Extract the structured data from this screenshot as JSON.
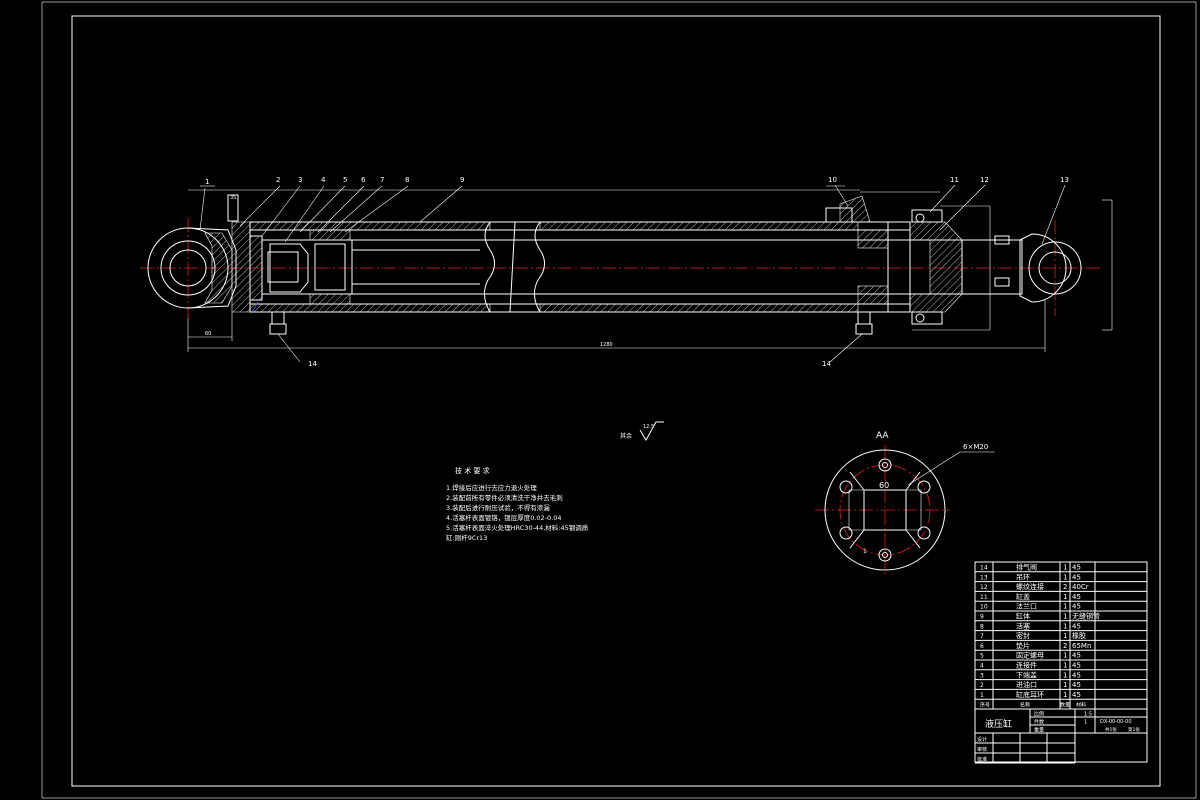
{
  "drawing": {
    "title": "液压缸",
    "drawing_number": "DX-00-00-00",
    "scale_text": "1:5",
    "sheet_count": "1",
    "weight_label": "重量",
    "scale_label": "比例",
    "count_label": "件数",
    "sheet_label": "共1张",
    "sheet_of_label": "第1张"
  },
  "main_view": {
    "callouts": [
      "1",
      "2",
      "3",
      "4",
      "5",
      "6",
      "7",
      "8",
      "9",
      "10",
      "11",
      "12",
      "13",
      "14",
      "14"
    ],
    "dimensions": {
      "overall": "1280",
      "left_offset": "60",
      "top_small": "35"
    }
  },
  "section_view": {
    "title": "AA",
    "hole_note": "6×M20",
    "center_dim": "60",
    "marker": "1"
  },
  "surface_finish": {
    "label": "其余",
    "value": "12.5"
  },
  "notes": {
    "heading": "技 术 要 求",
    "items": [
      "1.焊接后应进行去应力退火处理",
      "2.装配前所有零件必须清洗干净并去毛刺",
      "3.装配后进行耐压试验，不得有渗漏",
      "4.活塞杆表面镀铬，镀层厚度0.02-0.04",
      "5.活塞杆表面淬火处理HRC30-44,材料:45钢调质",
      "缸:刚杆9Cr13"
    ]
  },
  "bom": {
    "header": {
      "no": "序号",
      "name": "名称",
      "qty": "数量",
      "material": "材料"
    },
    "rows": [
      {
        "no": "14",
        "name": "排气阀",
        "qty": "1",
        "material": "45"
      },
      {
        "no": "13",
        "name": "吊环",
        "qty": "1",
        "material": "45"
      },
      {
        "no": "12",
        "name": "螺纹连接",
        "qty": "2",
        "material": "40Cr"
      },
      {
        "no": "11",
        "name": "缸盖",
        "qty": "1",
        "material": "45"
      },
      {
        "no": "10",
        "name": "法兰口",
        "qty": "1",
        "material": "45"
      },
      {
        "no": "9",
        "name": "缸体",
        "qty": "1",
        "material": "无缝钢管"
      },
      {
        "no": "8",
        "name": "活塞",
        "qty": "1",
        "material": "45"
      },
      {
        "no": "7",
        "name": "密封",
        "qty": "1",
        "material": "橡胶"
      },
      {
        "no": "6",
        "name": "垫片",
        "qty": "2",
        "material": "65Mn"
      },
      {
        "no": "5",
        "name": "固定螺母",
        "qty": "1",
        "material": "45"
      },
      {
        "no": "4",
        "name": "连接件",
        "qty": "1",
        "material": "45"
      },
      {
        "no": "3",
        "name": "下端盖",
        "qty": "1",
        "material": "45"
      },
      {
        "no": "2",
        "name": "进油口",
        "qty": "1",
        "material": "45"
      },
      {
        "no": "1",
        "name": "缸底耳环",
        "qty": "1",
        "material": "45"
      }
    ],
    "roles": [
      "设计",
      "审核",
      "批准"
    ]
  },
  "colors": {
    "background": "#000000",
    "line": "#ffffff",
    "centerline": "#e02020",
    "accent": "#5070ff"
  }
}
